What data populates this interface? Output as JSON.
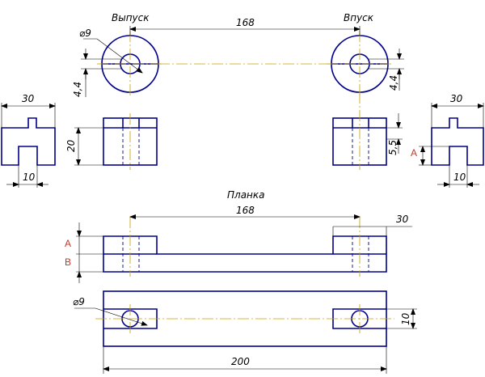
{
  "labels": {
    "exhaust": "Выпуск",
    "intake": "Впуск",
    "plate": "Планка"
  },
  "dimensions": {
    "top_center_distance": "168",
    "hole_diameter_top": "⌀9",
    "offset_left": "4,4",
    "offset_right": "4,4",
    "side_left_width": "30",
    "side_left_slot": "10",
    "side_right_width": "30",
    "side_right_slot": "10",
    "block_height": "20",
    "block_right_depth": "5,5",
    "plate_center_distance": "168",
    "plate_block_length": "30",
    "plate_hole_diameter": "⌀9",
    "plate_width": "10",
    "plate_total_length": "200"
  },
  "markers": {
    "a_side": "A",
    "a_plate": "A",
    "b_plate": "B"
  },
  "colors": {
    "outline": "#00008b",
    "centerline": "#c8a000",
    "dimension": "#000000",
    "marker": "#c0392b"
  }
}
